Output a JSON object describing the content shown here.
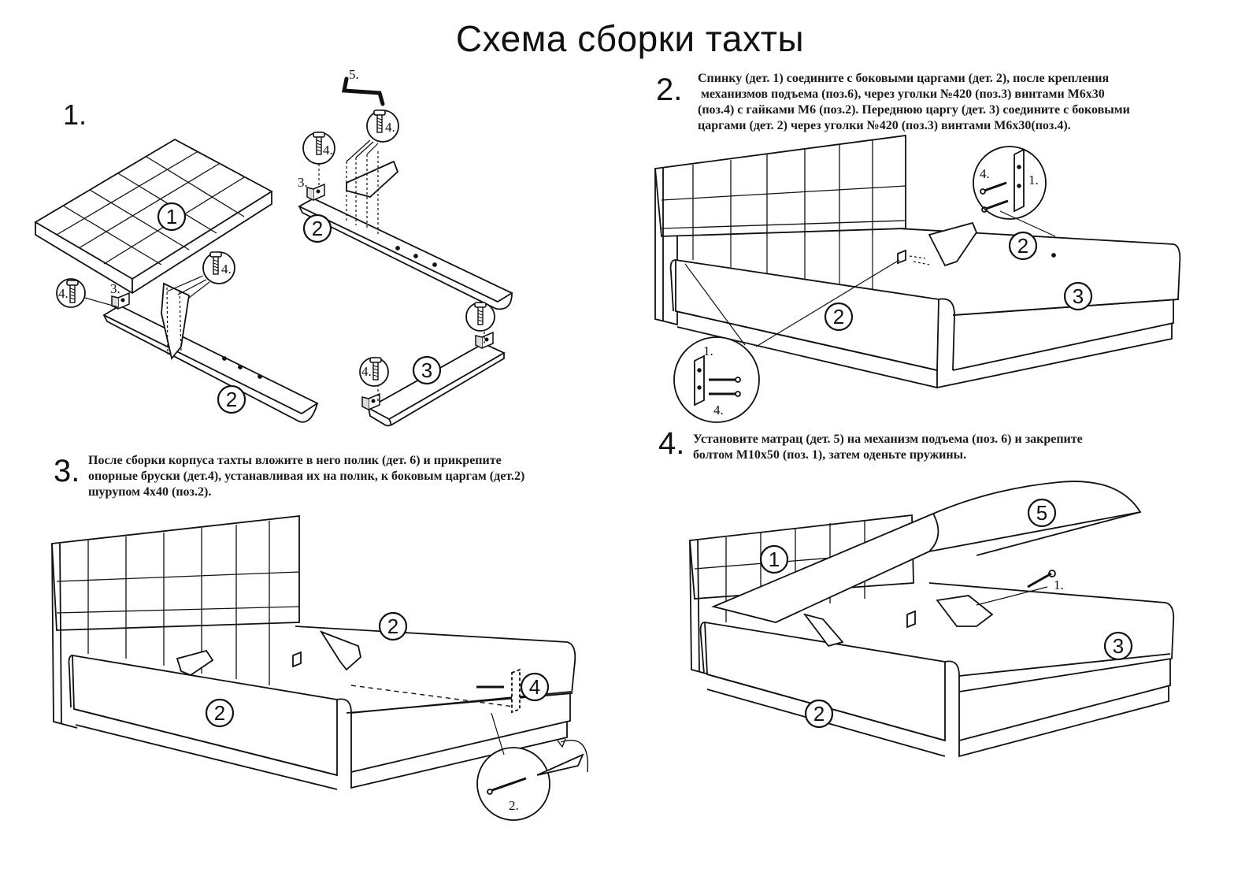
{
  "title": "Схема сборки тахты",
  "steps": [
    {
      "number": "1.",
      "lines": []
    },
    {
      "number": "2.",
      "lines": [
        "Спинку (дет. 1) соедините с боковыми царгами (дет. 2), после крепления",
        " механизмов подъема (поз.6), через уголки №420 (поз.3) винтами М6х30",
        "(поз.4) с гайками М6 (поз.2). Переднюю царгу (дет. 3) соедините с боковыми",
        "царгами (дет. 2) через уголки №420 (поз.3) винтами М6х30(поз.4)."
      ]
    },
    {
      "number": "3.",
      "lines": [
        "После сборки корпуса тахты вложите в него полик (дет. 6) и прикрепите",
        "опорные бруски (дет.4), устанавливая их на полик, к боковым царгам (дет.2)",
        "шурупом 4х40 (поз.2)."
      ]
    },
    {
      "number": "4.",
      "lines": [
        "Установите матрац (дет. 5) на механизм подъема (поз. 6) и закрепите",
        "болтом М10х50 (поз. 1), затем оденьте пружины."
      ]
    }
  ],
  "callouts": {
    "part1": "1",
    "part2": "2",
    "part3": "3",
    "part4": "4",
    "part5": "5",
    "pos1": "1.",
    "pos2": "2.",
    "pos3": "3.",
    "pos4": "4.",
    "pos5": "5."
  }
}
